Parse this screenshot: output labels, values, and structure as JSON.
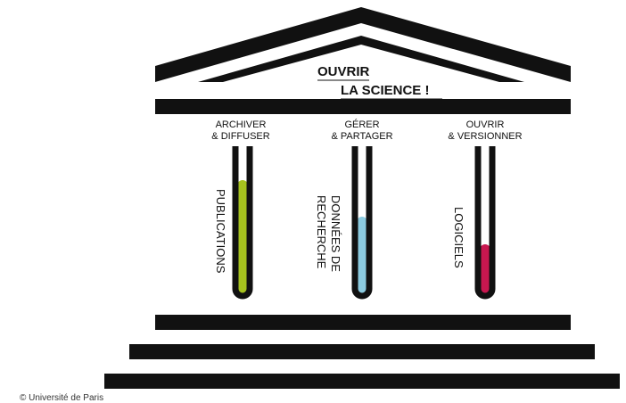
{
  "title": {
    "line1": "OUVRIR",
    "line2": "LA SCIENCE !"
  },
  "columns": [
    {
      "header_line1": "ARCHIVER",
      "header_line2": "& DIFFUSER",
      "vertical_line1": "PUBLICATIONS",
      "vertical_line2": "",
      "fill_color": "#a6c21e",
      "fill_fraction": 0.8
    },
    {
      "header_line1": "GÉRER",
      "header_line2": "& PARTAGER",
      "vertical_line1": "DONNÉES DE",
      "vertical_line2": "RECHERCHE",
      "fill_color": "#8ccbe0",
      "fill_fraction": 0.55
    },
    {
      "header_line1": "OUVRIR",
      "header_line2": "& VERSIONNER",
      "vertical_line1": "LOGICIELS",
      "vertical_line2": "",
      "fill_color": "#c8174f",
      "fill_fraction": 0.36
    }
  ],
  "colors": {
    "structure": "#111111",
    "tube_outline": "#111111",
    "background": "#ffffff"
  },
  "footer": {
    "copyright": "© Université de Paris"
  }
}
